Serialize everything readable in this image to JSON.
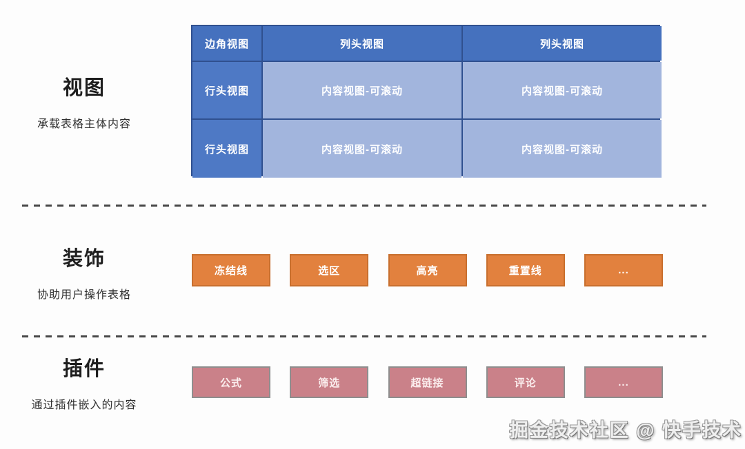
{
  "sections": {
    "views": {
      "title": "视图",
      "subtitle": "承载表格主体内容",
      "grid": {
        "corner": "边角视图",
        "col_headers": [
          "列头视图",
          "列头视图"
        ],
        "rows": [
          {
            "header": "行头视图",
            "cells": [
              "内容视图-可滚动",
              "内容视图-可滚动"
            ]
          },
          {
            "header": "行头视图",
            "cells": [
              "内容视图-可滚动",
              "内容视图-可滚动"
            ]
          }
        ]
      }
    },
    "decorations": {
      "title": "装饰",
      "subtitle": "协助用户操作表格",
      "boxes": [
        "冻结线",
        "选区",
        "高亮",
        "重置线",
        "..."
      ]
    },
    "plugins": {
      "title": "插件",
      "subtitle": "通过插件嵌入的内容",
      "boxes": [
        "公式",
        "筛选",
        "超链接",
        "评论",
        "..."
      ]
    }
  },
  "watermark": "掘金技术社区 @ 快手技术",
  "colors": {
    "grid_header_blue": "#4571be",
    "grid_row_header_blue": "#4e79c5",
    "grid_content_blue": "#a2b5dd",
    "grid_border_blue": "#30508f",
    "decoration_orange": "#e2813e",
    "decoration_orange_border": "#c86f2e",
    "plugin_pink": "#ca8189",
    "plugin_pink_border": "#8e8e8e",
    "divider_gray": "#474747"
  }
}
